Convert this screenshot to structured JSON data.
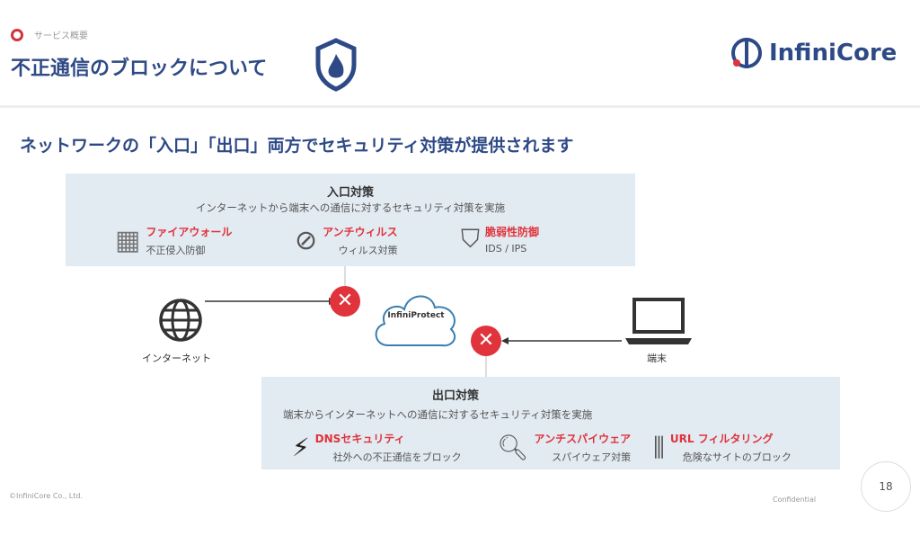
{
  "header": {
    "section": "サービス概要",
    "title": "不正通信のブロックについて",
    "logo_text": "InfiniCore"
  },
  "subheading": "ネットワークの「入口」「出口」両方でセキュリティ対策が提供されます",
  "inbound": {
    "title": "入口対策",
    "desc": "インターネットから端末への通信に対するセキュリティ対策を実施",
    "items": [
      {
        "name": "ファイアウォール",
        "sub": "不正侵入防御"
      },
      {
        "name": "アンチウィルス",
        "sub": "ウィルス対策"
      },
      {
        "name": "脆弱性防御",
        "sub": "IDS / IPS"
      }
    ]
  },
  "outbound": {
    "title": "出口対策",
    "desc": "端末からインターネットへの通信に対するセキュリティ対策を実施",
    "items": [
      {
        "name": "DNSセキュリティ",
        "sub": "社外への不正通信をブロック"
      },
      {
        "name": "アンチスパイウェア",
        "sub": "スパイウェア対策"
      },
      {
        "name": "URL フィルタリング",
        "sub": "危険なサイトのブロック"
      }
    ]
  },
  "diagram": {
    "internet_label": "インターネット",
    "cloud_label": "InfiniProtect",
    "device_label": "端末"
  },
  "footer": {
    "copyright": "©InfiniCore Co., Ltd.",
    "confidential": "Confidential",
    "page": "18"
  },
  "colors": {
    "navy": "#2e4a86",
    "red": "#e0333b",
    "box": "#e2eaf2"
  }
}
